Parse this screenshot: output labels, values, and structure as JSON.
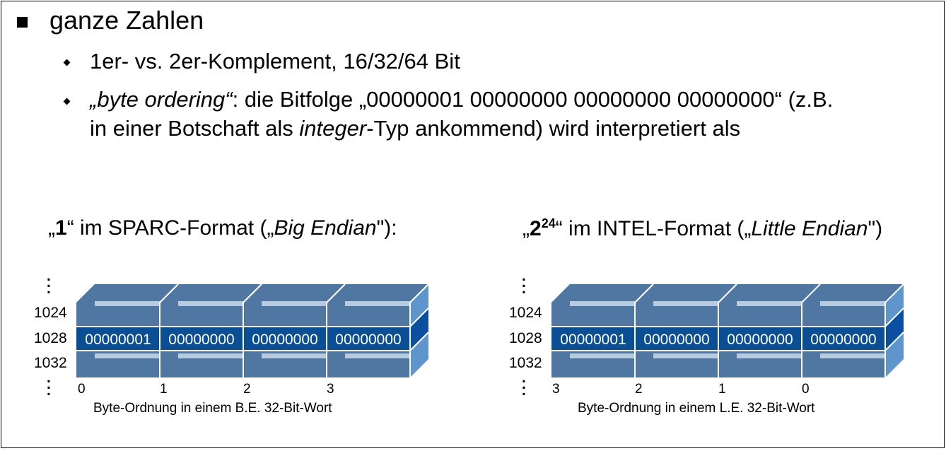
{
  "heading": "ganze Zahlen",
  "bullet1": "1er- vs. 2er-Komplement, 16/32/64 Bit",
  "bullet2": {
    "italic_lead": "„byte ordering“",
    "line1_rest": ": die Bitfolge „00000001 00000000 00000000 00000000“ (z.B.",
    "line2_a": "in einer Botschaft als ",
    "line2_italic": "integer",
    "line2_b": "-Typ ankommend) wird interpretiert als"
  },
  "left": {
    "caption_open": "„",
    "caption_value": "1",
    "caption_mid": "“ im SPARC-Format („",
    "caption_italic": "Big Endian",
    "caption_close": "\"):",
    "addresses": [
      "1024",
      "1028",
      "1032"
    ],
    "cells": [
      "00000001",
      "00000000",
      "00000000",
      "00000000"
    ],
    "byte_indices": [
      "0",
      "1",
      "2",
      "3"
    ],
    "footer": "Byte-Ordnung in einem B.E. 32-Bit-Wort"
  },
  "right": {
    "caption_open": "„",
    "caption_value": "2",
    "caption_exp": "24",
    "caption_mid": "“ im INTEL-Format („",
    "caption_italic": "Little Endian",
    "caption_close": "\")",
    "addresses": [
      "1024",
      "1028",
      "1032"
    ],
    "cells": [
      "00000001",
      "00000000",
      "00000000",
      "00000000"
    ],
    "byte_indices": [
      "3",
      "2",
      "1",
      "0"
    ],
    "footer": "Byte-Ordnung in einem L.E. 32-Bit-Wort"
  },
  "colors": {
    "block_top": "#4f77a2",
    "block_front_band": "#0a4f96",
    "block_side_light": "#5d95cc",
    "block_side_dark": "#0b4fa0",
    "block_stripe": "#cfe0ef"
  }
}
